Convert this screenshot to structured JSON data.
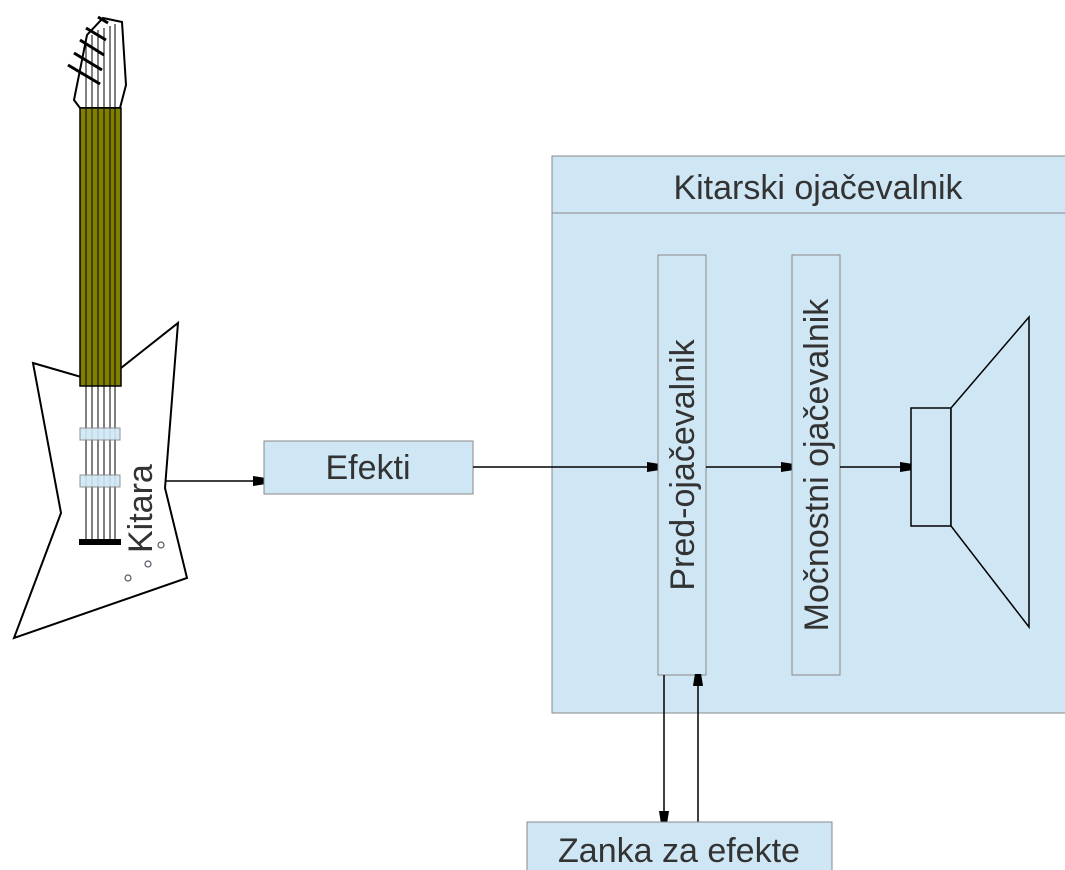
{
  "colors": {
    "box_fill": "#cfe7f5",
    "stroke": "#000000",
    "neck": "#808000",
    "text": "#333333"
  },
  "labels": {
    "guitar": "Kitara",
    "effects": "Efekti",
    "amp_title": "Kitarski ojačevalnik",
    "preamp": "Pred-ojačevalnik",
    "power_amp": "Močnostni ojačevalnik",
    "effects_loop": "Zanka za efekte"
  },
  "icons": [
    "guitar-icon",
    "speaker-icon"
  ]
}
